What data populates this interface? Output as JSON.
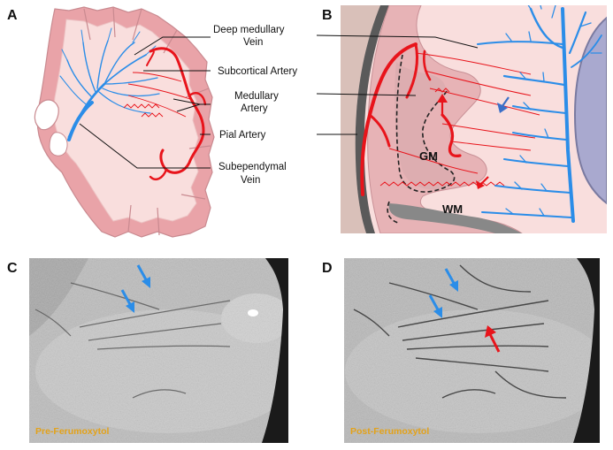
{
  "panels": {
    "a": {
      "letter": "A"
    },
    "b": {
      "letter": "B"
    },
    "c": {
      "letter": "C",
      "caption": "Pre-Ferumoxytol"
    },
    "d": {
      "letter": "D",
      "caption": "Post-Ferumoxytol"
    }
  },
  "labels": {
    "deep_medullary_line1": "Deep medullary",
    "deep_medullary_line2": "Vein",
    "subcortical_artery": "Subcortical Artery",
    "medullary_line1": "Medullary",
    "medullary_line2": "Artery",
    "pial_artery": "Pial Artery",
    "subependymal_line1": "Subependymal",
    "subependymal_line2": "Vein"
  },
  "tissue_labels": {
    "gm": "GM",
    "wm": "WM"
  },
  "colors": {
    "artery": "#e8141b",
    "vein": "#2b8de8",
    "cortex": "#e9a3a8",
    "white_matter": "#f9dedd",
    "ventricle": "#a9a9cf",
    "leader": "#111111"
  }
}
